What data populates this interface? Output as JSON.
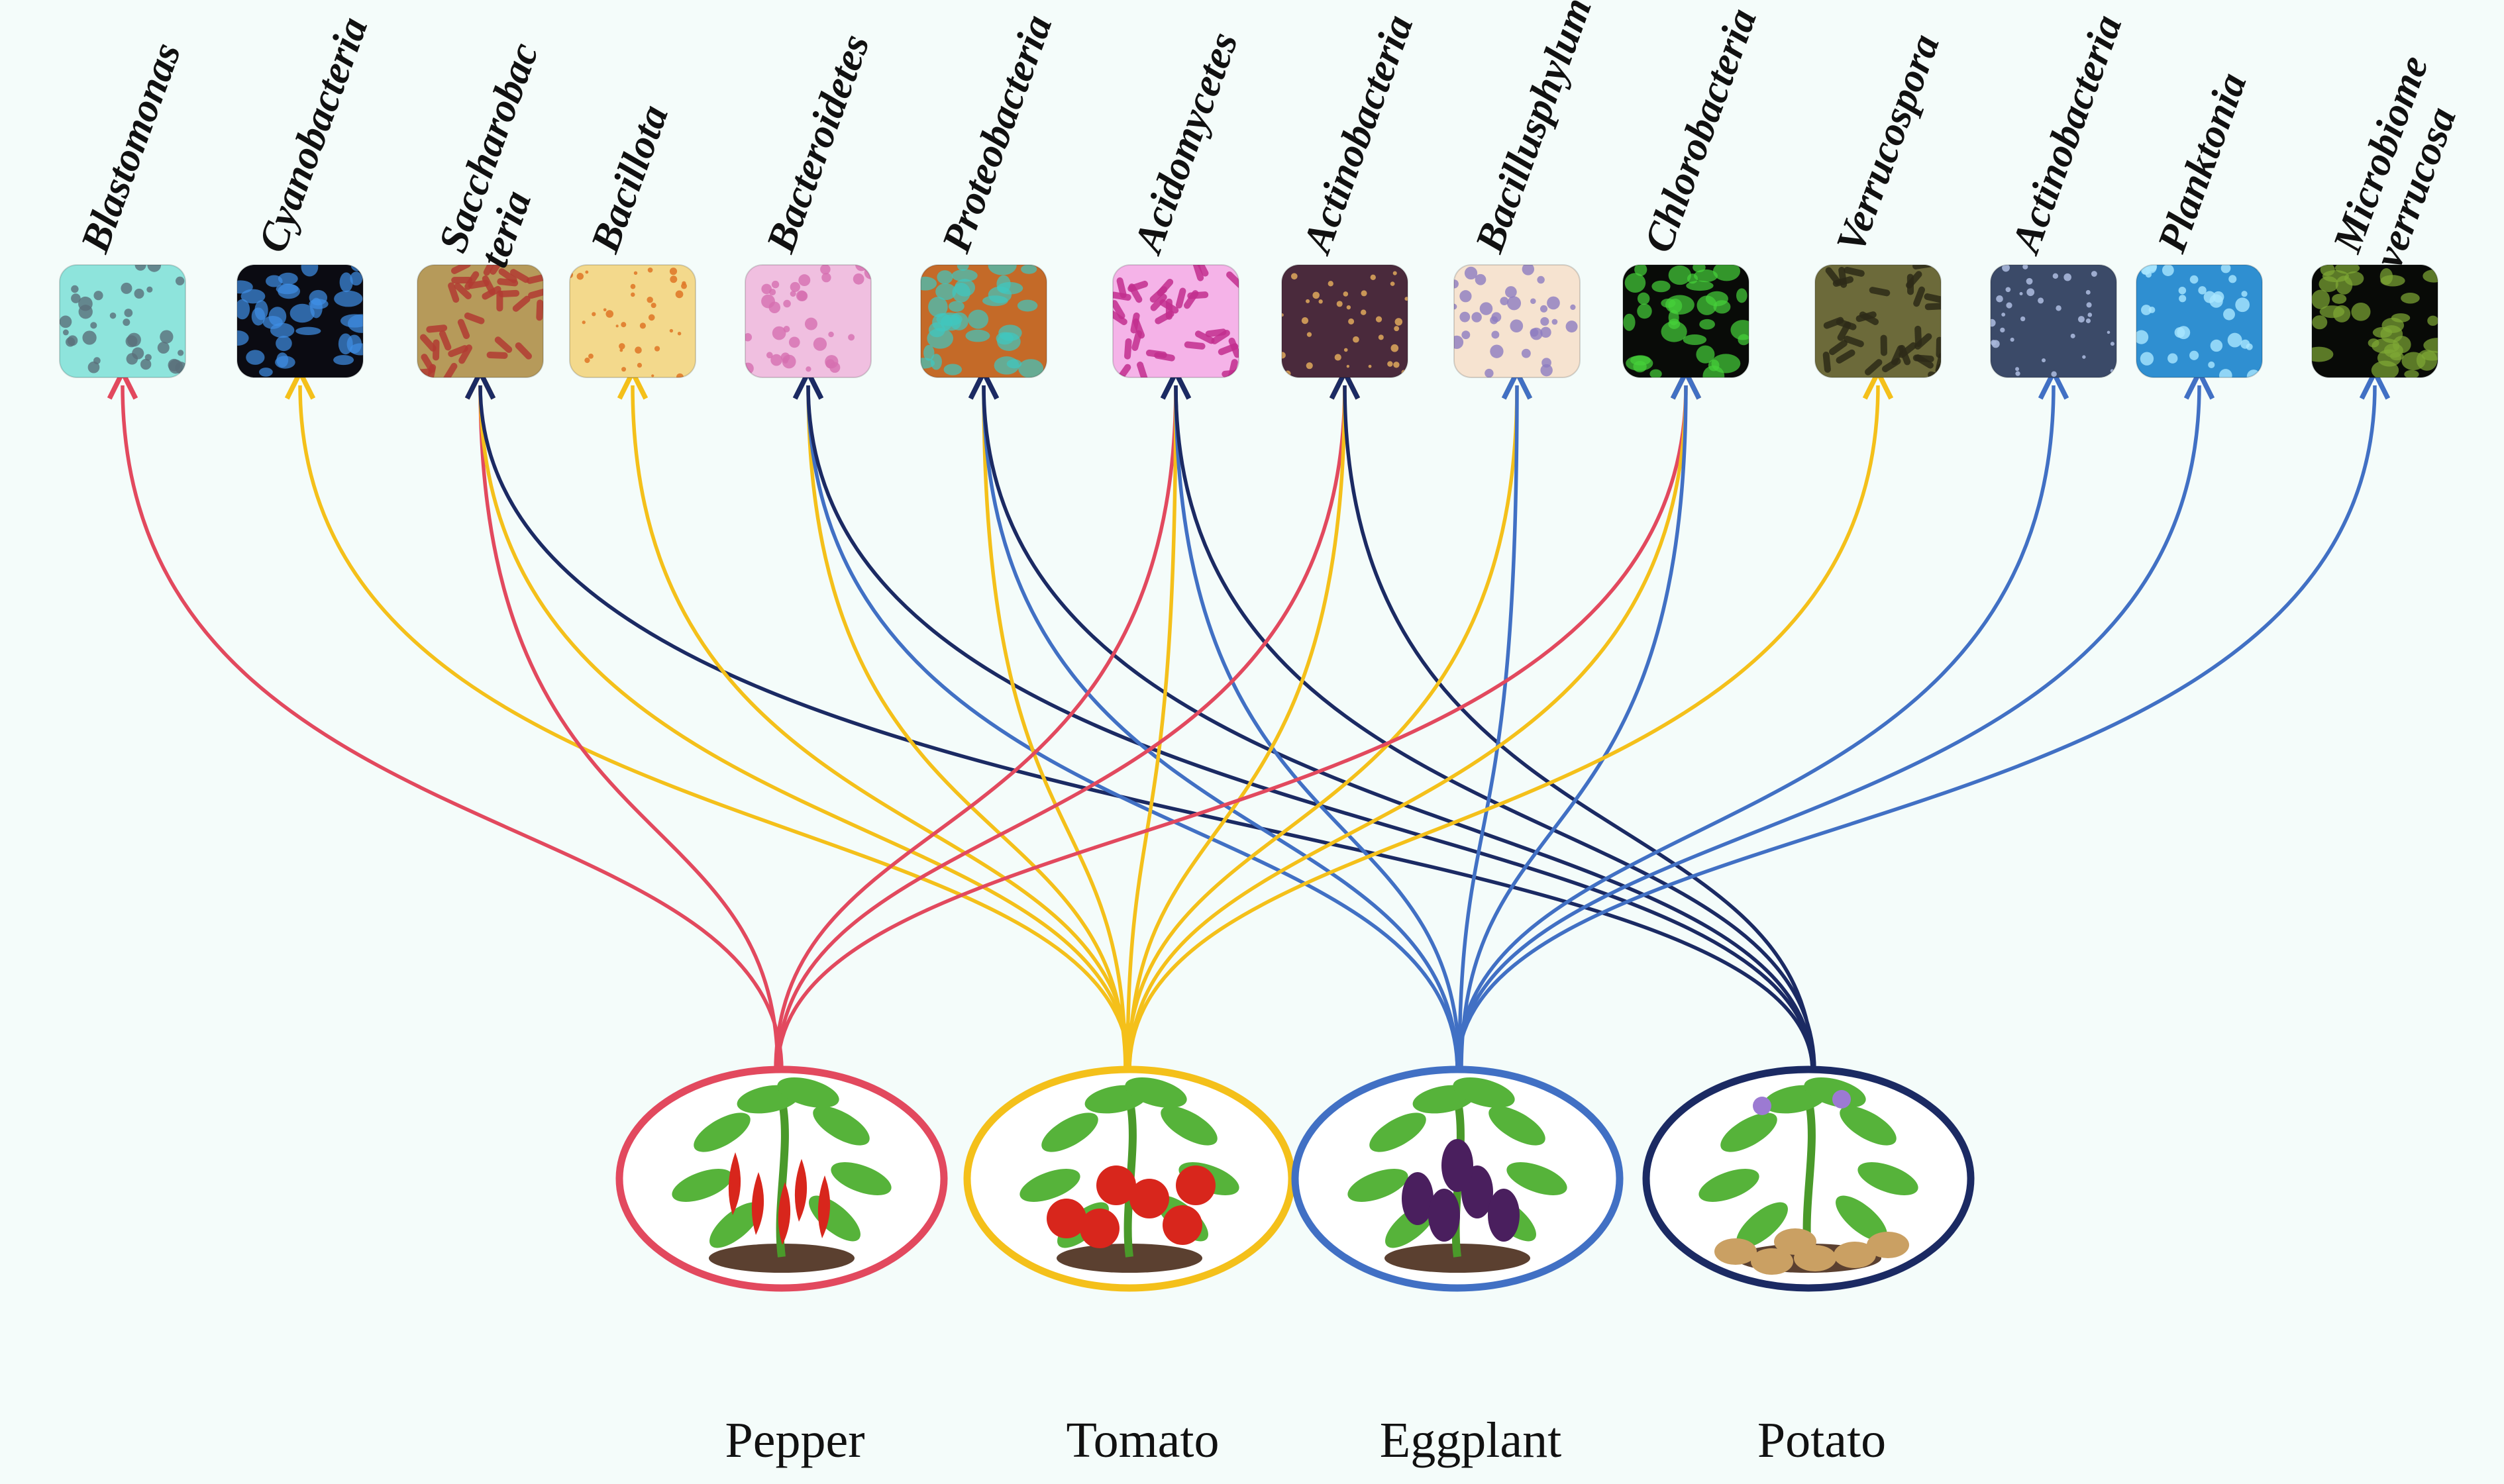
{
  "microbes": [
    {
      "id": "blastomonas",
      "label": [
        "Blastomonas"
      ],
      "icon": "speckled-cyan-micrograph",
      "bg": "#8ee4dc",
      "fg": "#5a6f7a",
      "connections": [
        "pepper"
      ]
    },
    {
      "id": "cyanobacteria",
      "label": [
        "Cyanobacteria"
      ],
      "icon": "blue-cell-micrograph",
      "bg": "#0b0b12",
      "fg": "#3f8fe6",
      "connections": [
        "tomato"
      ]
    },
    {
      "id": "saccharobacteria",
      "label": [
        "Saccharobac",
        "teria"
      ],
      "icon": "red-rod-micrograph",
      "bg": "#b69a5a",
      "fg": "#b23b32",
      "connections": [
        "pepper",
        "tomato",
        "potato"
      ]
    },
    {
      "id": "bacillota",
      "label": [
        "Bacillota"
      ],
      "icon": "orange-rod-micrograph",
      "bg": "#f3d98c",
      "fg": "#e07a2a",
      "connections": [
        "tomato"
      ]
    },
    {
      "id": "bacteroidetes",
      "label": [
        "Bacteroidetes"
      ],
      "icon": "pink-stain-micrograph",
      "bg": "#f0bfe0",
      "fg": "#d66fb0",
      "connections": [
        "tomato",
        "eggplant",
        "potato"
      ]
    },
    {
      "id": "proteobacteria",
      "label": [
        "Proteobacteria"
      ],
      "icon": "tissue-surface-micrograph",
      "bg": "#c46a28",
      "fg": "#3fc7c0",
      "connections": [
        "tomato",
        "eggplant",
        "potato"
      ]
    },
    {
      "id": "acidomycetes",
      "label": [
        "Acidomycetes"
      ],
      "icon": "magenta-stain-micrograph",
      "bg": "#f5b3e8",
      "fg": "#c22e8e",
      "connections": [
        "pepper",
        "tomato",
        "eggplant",
        "potato"
      ]
    },
    {
      "id": "actinobacteria-1",
      "label": [
        "Actinobacteria"
      ],
      "icon": "brown-rod-micrograph",
      "bg": "#4a2a3c",
      "fg": "#d7a25a",
      "connections": [
        "pepper",
        "tomato",
        "potato"
      ]
    },
    {
      "id": "bacillusphylum",
      "label": [
        "Bacillusphylum"
      ],
      "icon": "cream-micrograph",
      "bg": "#f6e3d0",
      "fg": "#8d7cc0",
      "connections": [
        "tomato",
        "eggplant"
      ]
    },
    {
      "id": "chlorobacteria",
      "label": [
        "Chlorobacteria"
      ],
      "icon": "green-flagella-micrograph",
      "bg": "#090b08",
      "fg": "#46d13b",
      "connections": [
        "pepper",
        "tomato",
        "eggplant"
      ]
    },
    {
      "id": "verrucospora",
      "label": [
        "Verrucospora"
      ],
      "icon": "olive-mycelium-micrograph",
      "bg": "#6c6a3a",
      "fg": "#2d2a17",
      "connections": [
        "tomato"
      ]
    },
    {
      "id": "actinobacteria-2",
      "label": [
        "Actinobacteria"
      ],
      "icon": "filament-micrograph",
      "bg": "#3b4a68",
      "fg": "#a9b7da",
      "connections": [
        "eggplant"
      ]
    },
    {
      "id": "planktonia",
      "label": [
        "Planktonia"
      ],
      "icon": "blue-particle-micrograph",
      "bg": "#2f8fd1",
      "fg": "#a9e6ff",
      "connections": [
        "eggplant"
      ]
    },
    {
      "id": "microbiome-verrucosa",
      "label": [
        "Microbiome",
        "verrucosa"
      ],
      "icon": "green-sphere-micrograph",
      "bg": "#080a07",
      "fg": "#7fa834",
      "connections": [
        "eggplant"
      ]
    }
  ],
  "plants": [
    {
      "id": "pepper",
      "name": "Pepper",
      "color": "#e2495e",
      "icon": "pepper-plant-icon",
      "fruit": "#d8261c"
    },
    {
      "id": "tomato",
      "name": "Tomato",
      "color": "#f4c01a",
      "icon": "tomato-plant-icon",
      "fruit": "#d8261c"
    },
    {
      "id": "eggplant",
      "name": "Eggplant",
      "color": "#4170c4",
      "icon": "eggplant-plant-icon",
      "fruit": "#4a1f5e"
    },
    {
      "id": "potato",
      "name": "Potato",
      "color": "#1b2a63",
      "icon": "potato-plant-icon",
      "fruit": "#caa063"
    }
  ]
}
